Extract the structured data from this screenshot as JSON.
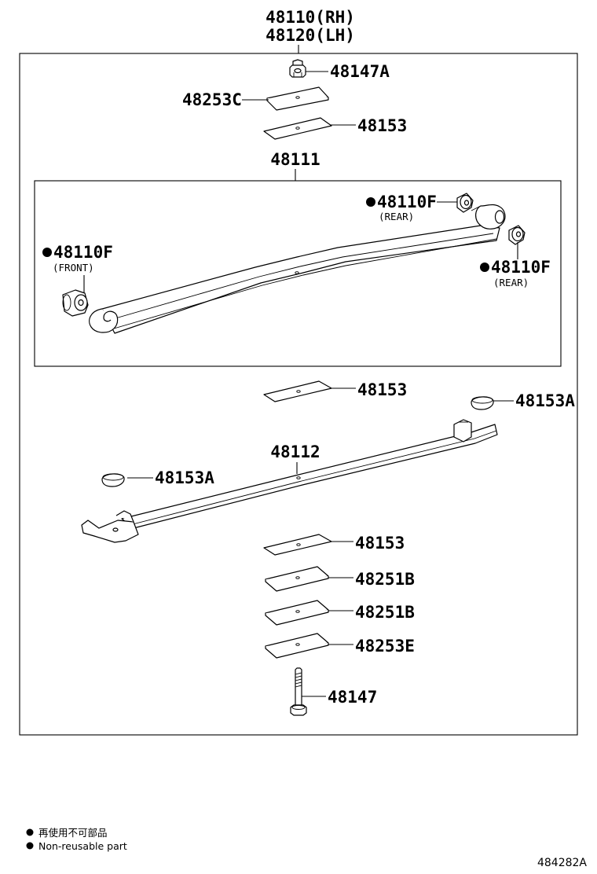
{
  "header": {
    "rh": "48110(RH)",
    "lh": "48120(LH)"
  },
  "callouts": {
    "nut_top": "48147A",
    "plate_top": "48253C",
    "pad_upper": "48153",
    "main_leaf": "48111",
    "bushing_rear_upper": "48110F",
    "bushing_rear_upper_note": "(REAR)",
    "bushing_front": "48110F",
    "bushing_front_note": "(FRONT)",
    "bushing_rear_lower": "48110F",
    "bushing_rear_lower_note": "(REAR)",
    "pad_mid": "48153",
    "bumper_right": "48153A",
    "second_leaf": "48112",
    "bumper_left": "48153A",
    "pad_lower": "48153",
    "plate_b1": "48251B",
    "plate_b2": "48251B",
    "plate_e": "48253E",
    "bolt": "48147"
  },
  "legend": {
    "line_jp": "再使用不可部品",
    "line_en": "Non-reusable part"
  },
  "figure_code": "484282A"
}
